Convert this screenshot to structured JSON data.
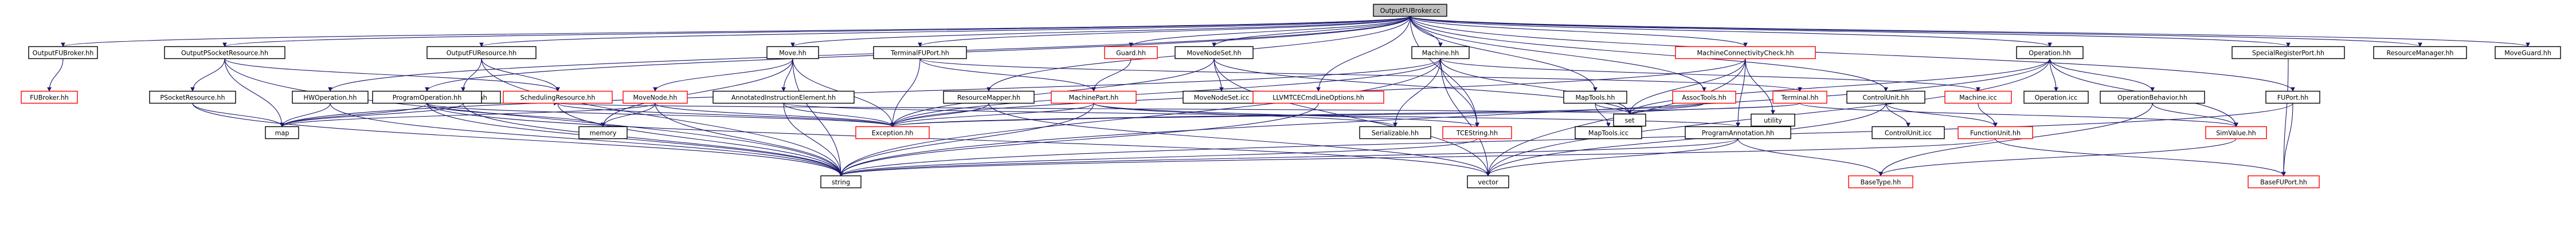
{
  "graph": {
    "root": "OutputFUBroker.cc",
    "colors": {
      "edge": "#191970",
      "root_fill": "#bfbfbf",
      "node_fill": "#ffffff",
      "node_border": "#000000",
      "missing_border": "#ff0000"
    },
    "nodes": [
      {
        "id": "n0",
        "label": "OutputFUBroker.cc",
        "kind": "root"
      },
      {
        "id": "n1",
        "label": "OutputFUBroker.hh",
        "kind": "file"
      },
      {
        "id": "n2",
        "label": "FUBroker.hh",
        "kind": "missing"
      },
      {
        "id": "n3",
        "label": "OutputPSocketResource.hh",
        "kind": "file"
      },
      {
        "id": "n4",
        "label": "PSocketResource.hh",
        "kind": "file"
      },
      {
        "id": "n5",
        "label": "HWOperation.hh",
        "kind": "file"
      },
      {
        "id": "n6",
        "label": "OutputFUResource.hh",
        "kind": "file"
      },
      {
        "id": "n7",
        "label": "FUResource.hh",
        "kind": "file"
      },
      {
        "id": "n8",
        "label": "SchedulingResource.hh",
        "kind": "missing"
      },
      {
        "id": "n9",
        "label": "ProgramOperation.hh",
        "kind": "file"
      },
      {
        "id": "n10",
        "label": "Move.hh",
        "kind": "file"
      },
      {
        "id": "n11",
        "label": "MoveNode.hh",
        "kind": "missing"
      },
      {
        "id": "n12",
        "label": "AnnotatedInstructionElement.hh",
        "kind": "file"
      },
      {
        "id": "n13",
        "label": "TerminalFUPort.hh",
        "kind": "file"
      },
      {
        "id": "n14",
        "label": "ResourceMapper.hh",
        "kind": "file"
      },
      {
        "id": "n15",
        "label": "Guard.hh",
        "kind": "missing"
      },
      {
        "id": "n16",
        "label": "MachinePart.hh",
        "kind": "missing"
      },
      {
        "id": "n17",
        "label": "MoveNodeSet.hh",
        "kind": "file"
      },
      {
        "id": "n18",
        "label": "MoveNodeSet.icc",
        "kind": "file"
      },
      {
        "id": "n19",
        "label": "LLVMTCECmdLineOptions.hh",
        "kind": "missing"
      },
      {
        "id": "n20",
        "label": "Machine.hh",
        "kind": "file"
      },
      {
        "id": "n21",
        "label": "Serializable.hh",
        "kind": "file"
      },
      {
        "id": "n22",
        "label": "TCEString.hh",
        "kind": "missing"
      },
      {
        "id": "n23",
        "label": "MapTools.hh",
        "kind": "file"
      },
      {
        "id": "n24",
        "label": "MapTools.icc",
        "kind": "file"
      },
      {
        "id": "n25",
        "label": "AssocTools.hh",
        "kind": "missing"
      },
      {
        "id": "n26",
        "label": "Terminal.hh",
        "kind": "missing"
      },
      {
        "id": "n27",
        "label": "MachineConnectivityCheck.hh",
        "kind": "missing"
      },
      {
        "id": "n28",
        "label": "Machine.icc",
        "kind": "missing"
      },
      {
        "id": "n29",
        "label": "ProgramAnnotation.hh",
        "kind": "file"
      },
      {
        "id": "n30",
        "label": "ControlUnit.hh",
        "kind": "file"
      },
      {
        "id": "n31",
        "label": "ControlUnit.icc",
        "kind": "file"
      },
      {
        "id": "n32",
        "label": "FunctionUnit.hh",
        "kind": "missing"
      },
      {
        "id": "n33",
        "label": "Operation.hh",
        "kind": "file"
      },
      {
        "id": "n34",
        "label": "Operation.icc",
        "kind": "file"
      },
      {
        "id": "n35",
        "label": "OperationBehavior.hh",
        "kind": "file"
      },
      {
        "id": "n36",
        "label": "SimValue.hh",
        "kind": "missing"
      },
      {
        "id": "n37",
        "label": "FUPort.hh",
        "kind": "file"
      },
      {
        "id": "n38",
        "label": "BaseFUPort.hh",
        "kind": "missing"
      },
      {
        "id": "n39",
        "label": "BaseType.hh",
        "kind": "missing"
      },
      {
        "id": "n40",
        "label": "SpecialRegisterPort.hh",
        "kind": "file"
      },
      {
        "id": "n41",
        "label": "ResourceManager.hh",
        "kind": "file"
      },
      {
        "id": "n42",
        "label": "MoveGuard.hh",
        "kind": "file"
      },
      {
        "id": "n43",
        "label": "Exception.hh",
        "kind": "missing"
      },
      {
        "id": "n44",
        "label": "string",
        "kind": "system"
      },
      {
        "id": "n45",
        "label": "vector",
        "kind": "system"
      },
      {
        "id": "n46",
        "label": "map",
        "kind": "system"
      },
      {
        "id": "n47",
        "label": "memory",
        "kind": "system"
      },
      {
        "id": "n48",
        "label": "set",
        "kind": "system"
      },
      {
        "id": "n49",
        "label": "utility",
        "kind": "system"
      }
    ],
    "edges": [
      [
        "n0",
        "n1"
      ],
      [
        "n0",
        "n3"
      ],
      [
        "n0",
        "n5"
      ],
      [
        "n0",
        "n6"
      ],
      [
        "n0",
        "n9"
      ],
      [
        "n0",
        "n10"
      ],
      [
        "n0",
        "n13"
      ],
      [
        "n0",
        "n14"
      ],
      [
        "n0",
        "n15"
      ],
      [
        "n0",
        "n17"
      ],
      [
        "n0",
        "n19"
      ],
      [
        "n0",
        "n20"
      ],
      [
        "n0",
        "n22"
      ],
      [
        "n0",
        "n23"
      ],
      [
        "n0",
        "n25"
      ],
      [
        "n0",
        "n27"
      ],
      [
        "n0",
        "n30"
      ],
      [
        "n0",
        "n33"
      ],
      [
        "n0",
        "n37"
      ],
      [
        "n0",
        "n40"
      ],
      [
        "n0",
        "n41"
      ],
      [
        "n0",
        "n42"
      ],
      [
        "n1",
        "n2"
      ],
      [
        "n3",
        "n4"
      ],
      [
        "n3",
        "n8"
      ],
      [
        "n3",
        "n44"
      ],
      [
        "n3",
        "n46"
      ],
      [
        "n4",
        "n46"
      ],
      [
        "n4",
        "n44"
      ],
      [
        "n5",
        "n46"
      ],
      [
        "n5",
        "n44"
      ],
      [
        "n6",
        "n7"
      ],
      [
        "n6",
        "n8"
      ],
      [
        "n6",
        "n44"
      ],
      [
        "n7",
        "n8"
      ],
      [
        "n7",
        "n46"
      ],
      [
        "n7",
        "n44"
      ],
      [
        "n8",
        "n43"
      ],
      [
        "n8",
        "n44"
      ],
      [
        "n8",
        "n48"
      ],
      [
        "n9",
        "n46"
      ],
      [
        "n9",
        "n47"
      ],
      [
        "n9",
        "n43"
      ],
      [
        "n9",
        "n44"
      ],
      [
        "n9",
        "n45"
      ],
      [
        "n10",
        "n11"
      ],
      [
        "n10",
        "n12"
      ],
      [
        "n10",
        "n43"
      ],
      [
        "n10",
        "n44"
      ],
      [
        "n10",
        "n47"
      ],
      [
        "n11",
        "n46"
      ],
      [
        "n11",
        "n47"
      ],
      [
        "n11",
        "n43"
      ],
      [
        "n11",
        "n44"
      ],
      [
        "n12",
        "n43"
      ],
      [
        "n12",
        "n44"
      ],
      [
        "n12",
        "n29"
      ],
      [
        "n13",
        "n16"
      ],
      [
        "n13",
        "n26"
      ],
      [
        "n13",
        "n43"
      ],
      [
        "n14",
        "n43"
      ],
      [
        "n14",
        "n45"
      ],
      [
        "n15",
        "n16"
      ],
      [
        "n16",
        "n21"
      ],
      [
        "n16",
        "n43"
      ],
      [
        "n16",
        "n22"
      ],
      [
        "n16",
        "n44"
      ],
      [
        "n17",
        "n18"
      ],
      [
        "n17",
        "n48"
      ],
      [
        "n17",
        "n45"
      ],
      [
        "n17",
        "n43"
      ],
      [
        "n19",
        "n44"
      ],
      [
        "n20",
        "n21"
      ],
      [
        "n20",
        "n43"
      ],
      [
        "n20",
        "n22"
      ],
      [
        "n20",
        "n28"
      ],
      [
        "n20",
        "n44"
      ],
      [
        "n20",
        "n45"
      ],
      [
        "n20",
        "n46"
      ],
      [
        "n20",
        "n48"
      ],
      [
        "n22",
        "n44"
      ],
      [
        "n23",
        "n24"
      ],
      [
        "n23",
        "n48"
      ],
      [
        "n25",
        "n48"
      ],
      [
        "n25",
        "n43"
      ],
      [
        "n26",
        "n43"
      ],
      [
        "n26",
        "n48"
      ],
      [
        "n26",
        "n36"
      ],
      [
        "n27",
        "n43"
      ],
      [
        "n27",
        "n48"
      ],
      [
        "n27",
        "n49"
      ],
      [
        "n27",
        "n29"
      ],
      [
        "n27",
        "n45"
      ],
      [
        "n28",
        "n32"
      ],
      [
        "n29",
        "n39"
      ],
      [
        "n29",
        "n44"
      ],
      [
        "n29",
        "n45"
      ],
      [
        "n30",
        "n31"
      ],
      [
        "n30",
        "n32"
      ],
      [
        "n30",
        "n45"
      ],
      [
        "n32",
        "n38"
      ],
      [
        "n32",
        "n44"
      ],
      [
        "n33",
        "n34"
      ],
      [
        "n33",
        "n35"
      ],
      [
        "n33",
        "n36"
      ],
      [
        "n33",
        "n44"
      ],
      [
        "n33",
        "n45"
      ],
      [
        "n33",
        "n48"
      ],
      [
        "n35",
        "n36"
      ],
      [
        "n35",
        "n39"
      ],
      [
        "n36",
        "n39"
      ],
      [
        "n37",
        "n38"
      ],
      [
        "n37",
        "n44"
      ],
      [
        "n40",
        "n38"
      ]
    ]
  }
}
